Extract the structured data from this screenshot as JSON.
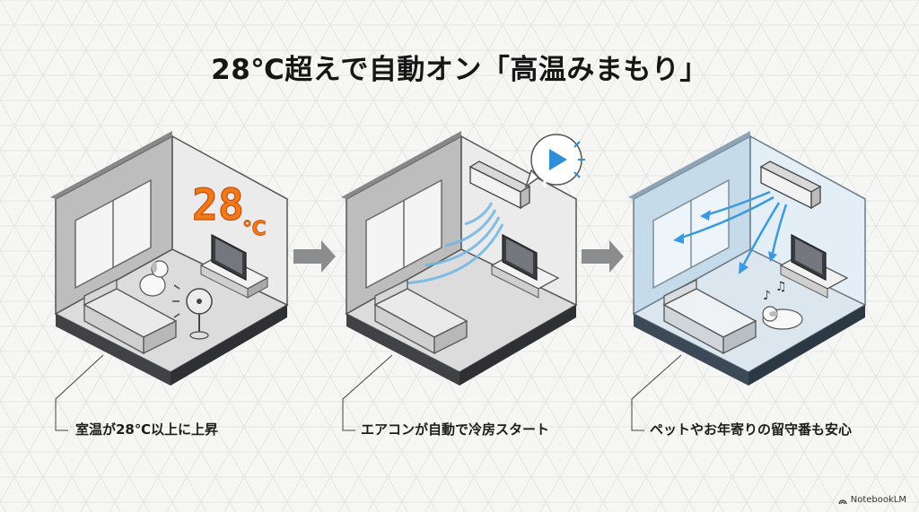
{
  "title": "28℃超えで自動オン「高温みまもり」",
  "panel1": {
    "thermo_value": "28",
    "thermo_unit": "℃",
    "caption": "室温が28℃以上に上昇"
  },
  "panel2": {
    "caption": "エアコンが自動で冷房スタート"
  },
  "panel3": {
    "caption": "ペットやお年寄りの留守番も安心"
  },
  "brand": "NotebookLM",
  "colors": {
    "accent_orange": "#f07a1a",
    "accent_blue": "#2f8fd6",
    "arrow_gray": "#8a8c8e"
  }
}
